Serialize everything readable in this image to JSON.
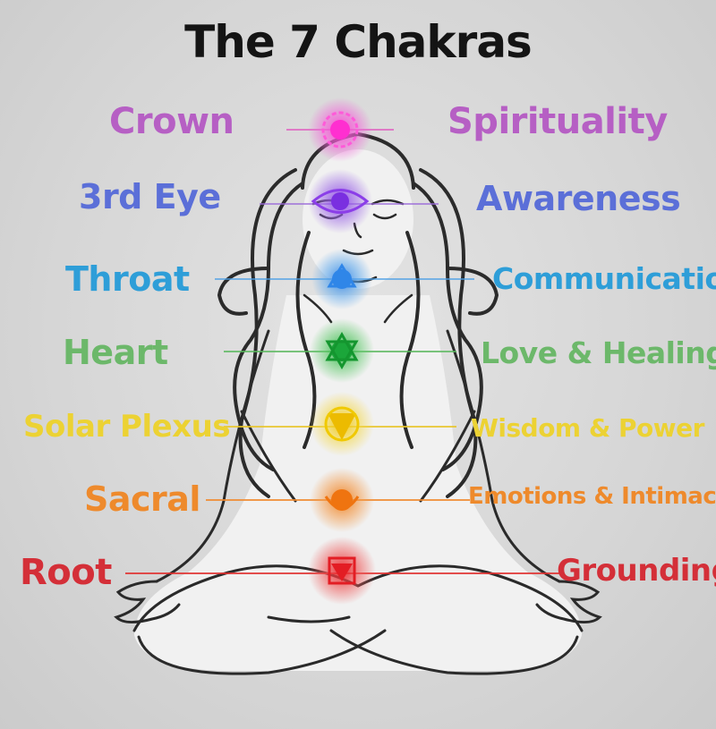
{
  "title": "The 7 Chakras",
  "chakras": [
    {
      "name": "Crown",
      "meaning": "Spirituality",
      "color": "#b65fc4"
    },
    {
      "name": "3rd Eye",
      "meaning": "Awareness",
      "color": "#5b6fd8"
    },
    {
      "name": "Throat",
      "meaning": "Communication",
      "color": "#2e9ed8"
    },
    {
      "name": "Heart",
      "meaning": "Love & Healing",
      "color": "#6cb86a"
    },
    {
      "name": "Solar Plexus",
      "meaning": "Wisdom & Power",
      "color": "#ecd233"
    },
    {
      "name": "Sacral",
      "meaning": "Emotions & Intimacy",
      "color": "#ee8a2c"
    },
    {
      "name": "Root",
      "meaning": "Grounding",
      "color": "#d42f38"
    }
  ],
  "icons": {
    "crown": "crown-chakra-icon",
    "third_eye": "third-eye-chakra-icon",
    "throat": "throat-chakra-icon",
    "heart": "heart-chakra-icon",
    "solar_plexus": "solar-plexus-chakra-icon",
    "sacral": "sacral-chakra-icon",
    "root": "root-chakra-icon"
  }
}
